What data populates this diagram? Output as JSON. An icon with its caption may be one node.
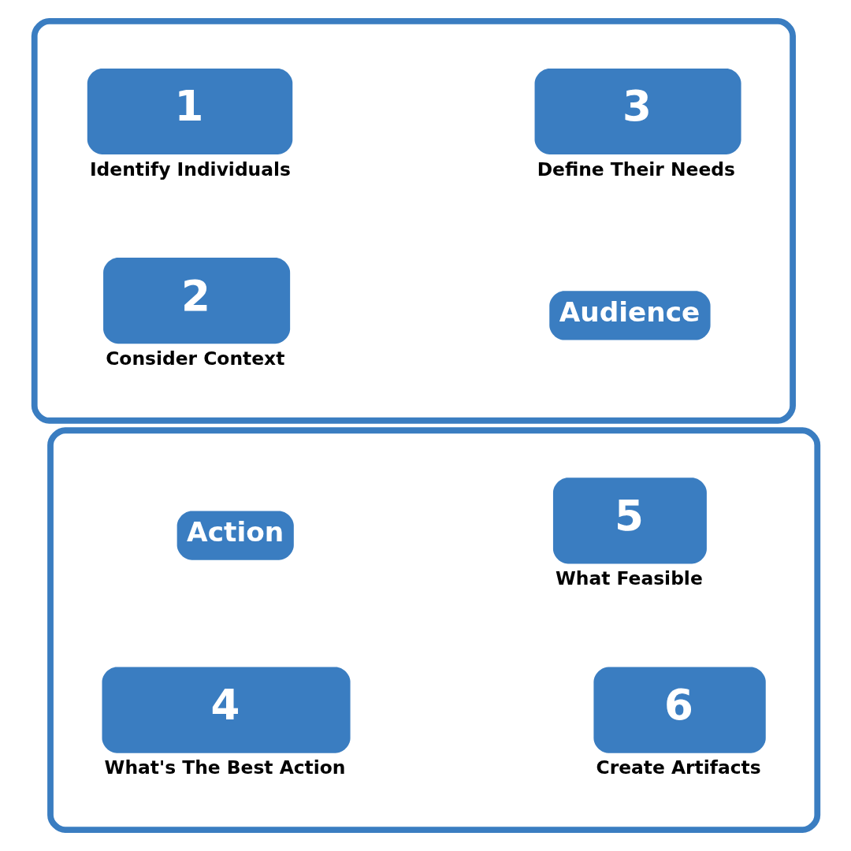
{
  "diagram": {
    "nodes": [
      {
        "text": [],
        "shape": "box"
      },
      {
        "text": [
          "1"
        ],
        "beside": [
          "Identify Individuals"
        ],
        "in": 0
      },
      {
        "text": [
          "3"
        ],
        "beside": [
          "Define Their Needs"
        ],
        "in": 0
      },
      {
        "text": [
          "2"
        ],
        "beside": [
          "Consider Context"
        ],
        "in": 0
      },
      {
        "text": [
          "Audience"
        ],
        "in": 0
      },
      {
        "text": [],
        "shape": "box"
      },
      {
        "text": [
          "Action"
        ],
        "in": 5
      },
      {
        "text": [
          "5"
        ],
        "beside": [
          "What Feasible"
        ],
        "in": 5
      },
      {
        "text": [
          "4"
        ],
        "beside": [
          "What's The Best Action"
        ],
        "in": 5
      },
      {
        "text": [
          "6"
        ],
        "beside": [
          "Create Artifacts"
        ],
        "in": 5
      }
    ],
    "edges": []
  }
}
